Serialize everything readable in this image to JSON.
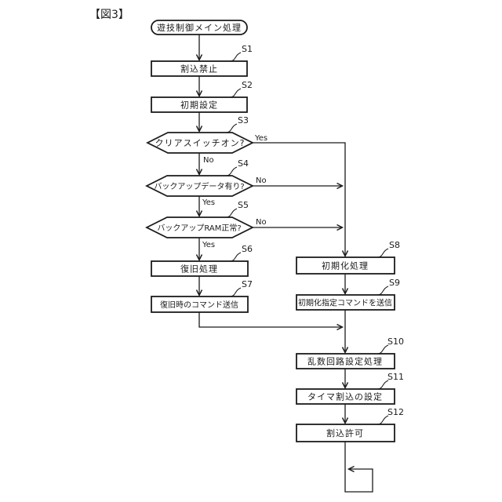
{
  "figure_label": "【図3】",
  "flowchart": {
    "start": {
      "label": "遊技制御メイン処理"
    },
    "steps": [
      {
        "id": "S1",
        "label": "割込禁止",
        "type": "process"
      },
      {
        "id": "S2",
        "label": "初期設定",
        "type": "process"
      },
      {
        "id": "S3",
        "label": "クリアスイッチオン?",
        "type": "decision"
      },
      {
        "id": "S4",
        "label": "バックアップデータ有り?",
        "type": "decision"
      },
      {
        "id": "S5",
        "label": "バックアップRAM正常?",
        "type": "decision"
      },
      {
        "id": "S6",
        "label": "復旧処理",
        "type": "process"
      },
      {
        "id": "S7",
        "label": "復旧時のコマンド送信",
        "type": "process"
      },
      {
        "id": "S8",
        "label": "初期化処理",
        "type": "process"
      },
      {
        "id": "S9",
        "label": "初期化指定コマンドを送信",
        "type": "process"
      },
      {
        "id": "S10",
        "label": "乱数回路設定処理",
        "type": "process"
      },
      {
        "id": "S11",
        "label": "タイマ割込の設定",
        "type": "process"
      },
      {
        "id": "S12",
        "label": "割込許可",
        "type": "process"
      }
    ],
    "branches": {
      "s3": {
        "yes": "Yes",
        "no": "No"
      },
      "s4": {
        "no": "No",
        "yes": "Yes"
      },
      "s5": {
        "no": "No",
        "yes": "Yes"
      }
    },
    "colors": {
      "line": "#1b1b1b",
      "background": "#ffffff"
    }
  }
}
